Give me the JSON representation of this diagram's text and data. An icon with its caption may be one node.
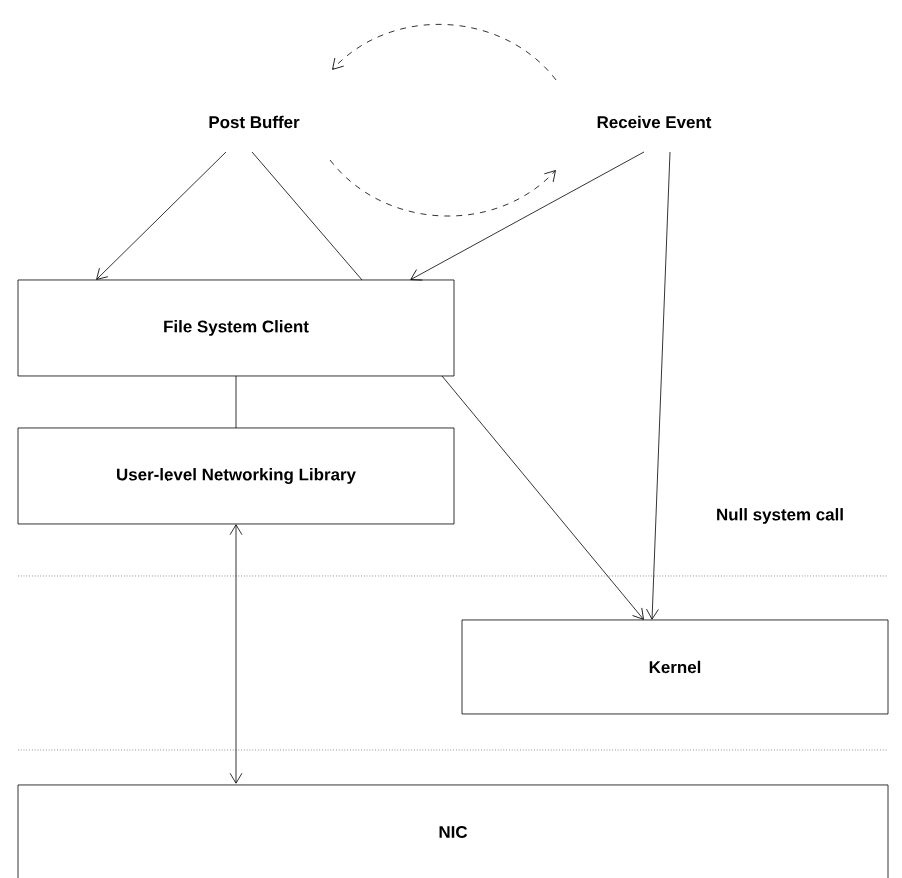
{
  "diagram": {
    "nodes": [
      {
        "text": [
          "Post Buffer"
        ]
      },
      {
        "text": [
          "Receive Event"
        ]
      },
      {
        "text": [
          "File System Client"
        ]
      },
      {
        "text": [
          "User-level Networking Library"
        ]
      },
      {
        "text": [
          "Kernel"
        ]
      },
      {
        "text": [
          "NIC"
        ]
      }
    ],
    "edges": [
      {
        "from": 0,
        "to": 2,
        "arrow": "to"
      },
      {
        "from": 0,
        "to": 2,
        "arrow": "none"
      },
      {
        "from": 1,
        "to": 2,
        "arrow": "to"
      },
      {
        "from": 1,
        "to": 4,
        "arrow": "to",
        "label": "Null system call"
      },
      {
        "from": 2,
        "to": 4,
        "arrow": "to"
      },
      {
        "from": 2,
        "to": 3,
        "arrow": "none"
      },
      {
        "from": 3,
        "to": 5,
        "arrow": "both"
      },
      {
        "from": 0,
        "to": 1,
        "arrow": "to",
        "style": "dashed"
      },
      {
        "from": 1,
        "to": 0,
        "arrow": "to",
        "style": "dashed"
      }
    ]
  }
}
